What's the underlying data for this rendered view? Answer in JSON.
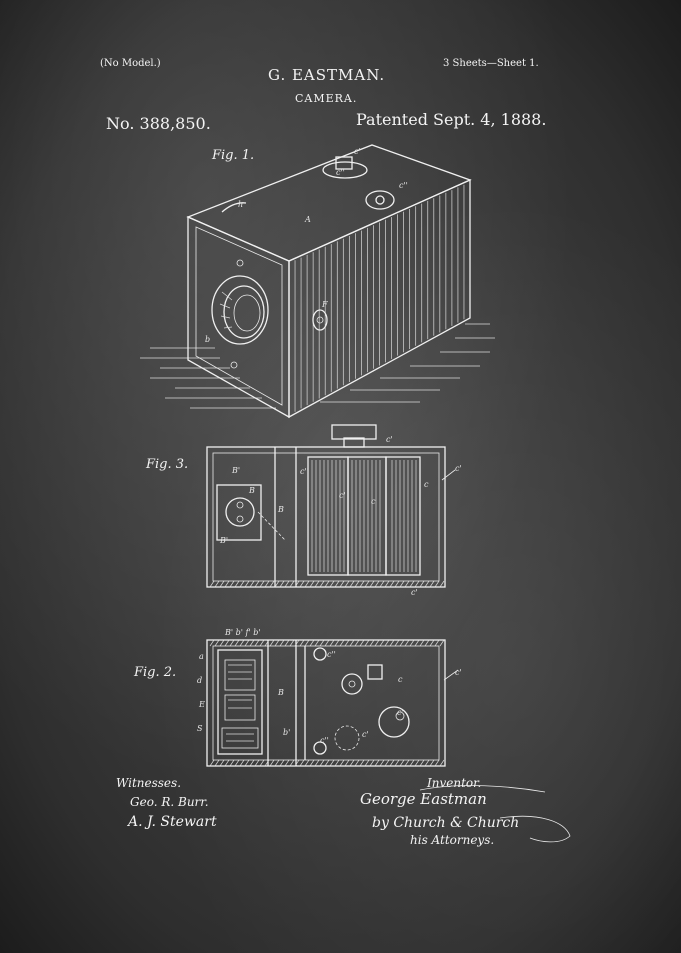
{
  "header": {
    "no_model": "(No Model.)",
    "sheets": "3 Sheets—Sheet 1.",
    "inventor_name": "G. EASTMAN.",
    "title": "CAMERA.",
    "patent_number": "No. 388,850.",
    "patent_date": "Patented Sept. 4, 1888."
  },
  "figures": {
    "fig1": "Fig. 1.",
    "fig2": "Fig. 2.",
    "fig3": "Fig. 3."
  },
  "signatures": {
    "witnesses_heading": "Witnesses.",
    "witness_1": "Geo. R. Burr.",
    "witness_2": "A. J. Stewart",
    "inventor_heading": "Inventor.",
    "inventor_signature": "George Eastman",
    "attorney_signature": "by Church & Church",
    "attorneys_label": "his Attorneys."
  },
  "colors": {
    "background": "#3a3a3a",
    "ink": "#f0f0f0"
  }
}
